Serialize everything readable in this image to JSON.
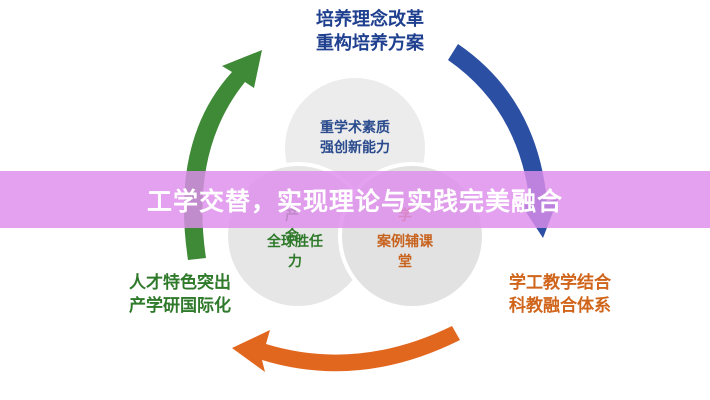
{
  "top_label": [
    "培养理念改革",
    "重构培养方案"
  ],
  "right_label": [
    "学工教学结合",
    "科教融合体系"
  ],
  "left_label": [
    "人才特色突出",
    "产学研国际化"
  ],
  "circles": {
    "top": [
      "重学术素质",
      "强创新能力"
    ],
    "left": [
      "全球胜任",
      "力"
    ],
    "right": [
      "案例辅课",
      "堂"
    ],
    "left_partial": [
      "产",
      "合"
    ],
    "right_partial": [
      "学"
    ]
  },
  "banner": "工学交替，实现理论与实践完美融合",
  "colors": {
    "arrow_blue": "#2b4fa3",
    "arrow_orange": "#e2671e",
    "arrow_green": "#3f8a37",
    "label_blue": "#1f3f8f",
    "label_orange": "#d0641a",
    "label_green": "#2f7a2a",
    "circle_text_blue": "#2a4b8d",
    "circle_text_green": "#2f7a2a",
    "circle_text_orange": "#c8631e"
  }
}
